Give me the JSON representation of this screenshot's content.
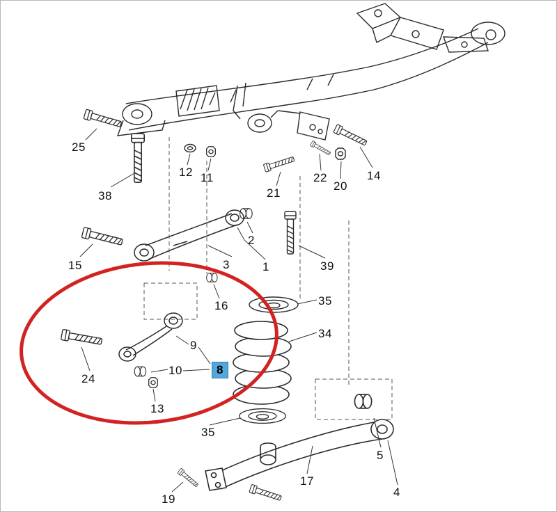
{
  "diagram": {
    "kind": "exploded parts diagram",
    "subject": "rear suspension assembly",
    "highlight_ellipse_color": "#d32222",
    "selected_callout": {
      "text": "8",
      "background": "#52a8da"
    },
    "callouts": [
      {
        "text": "25"
      },
      {
        "text": "38"
      },
      {
        "text": "12"
      },
      {
        "text": "11"
      },
      {
        "text": "21"
      },
      {
        "text": "22"
      },
      {
        "text": "20"
      },
      {
        "text": "14"
      },
      {
        "text": "15"
      },
      {
        "text": "2"
      },
      {
        "text": "3"
      },
      {
        "text": "1"
      },
      {
        "text": "39"
      },
      {
        "text": "16"
      },
      {
        "text": "35"
      },
      {
        "text": "34"
      },
      {
        "text": "9"
      },
      {
        "text": "10"
      },
      {
        "text": "8"
      },
      {
        "text": "24"
      },
      {
        "text": "13"
      },
      {
        "text": "35"
      },
      {
        "text": "5"
      },
      {
        "text": "17"
      },
      {
        "text": "4"
      },
      {
        "text": "19"
      }
    ]
  }
}
